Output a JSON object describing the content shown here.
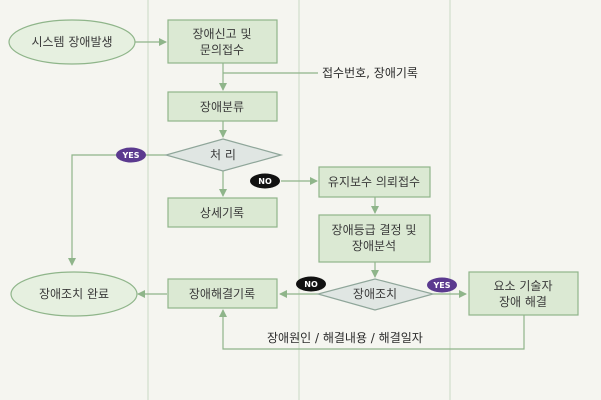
{
  "nodes": {
    "start": "시스템 장애발생",
    "report_line1": "장애신고 및",
    "report_line2": "문의접수",
    "classify": "장애분류",
    "process": "처 리",
    "record_detail": "상세기록",
    "maint": "유지보수 의뢰접수",
    "grade_line1": "장애등급 결정 및",
    "grade_line2": "장애분석",
    "action": "장애조치",
    "resolve_record": "장애해결기록",
    "done": "장애조치 완료",
    "expert_line1": "요소 기술자",
    "expert_line2": "장애 해결"
  },
  "notes": {
    "receipt": "접수번호, 장애기록",
    "cause": "장애원인 / 해결내용 / 해결일자"
  },
  "badges": {
    "yes": "YES",
    "no": "NO"
  },
  "colors": {
    "box_fill": "#dbe9d3",
    "border": "#8fb58a",
    "yes_badge": "#5b3a8f",
    "no_badge": "#111111"
  }
}
